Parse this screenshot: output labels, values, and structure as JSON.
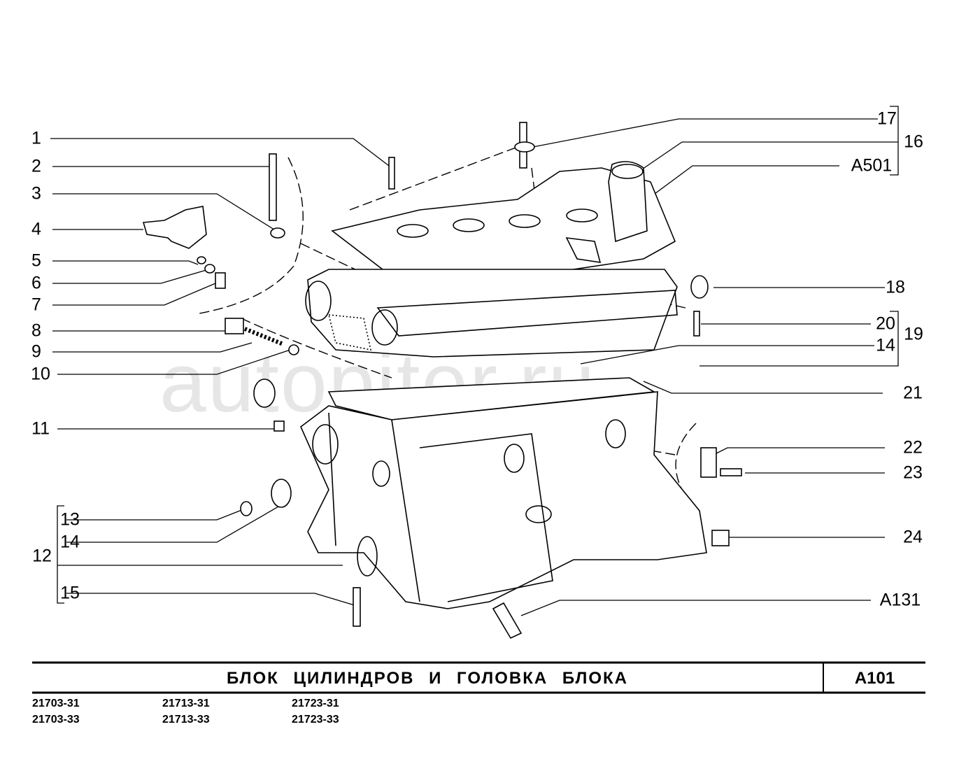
{
  "watermark": "autopiter.ru",
  "callouts_left": [
    "1",
    "2",
    "3",
    "4",
    "5",
    "6",
    "7",
    "8",
    "9",
    "10",
    "11",
    "13",
    "14",
    "12",
    "15"
  ],
  "callouts_right": [
    "17",
    "16",
    "A501",
    "18",
    "20",
    "19",
    "14",
    "21",
    "22",
    "23",
    "24",
    "A131"
  ],
  "footer": {
    "title": "БЛОК  ЦИЛИНДРОВ  И  ГОЛОВКА  БЛОКА",
    "code": "А101",
    "models": [
      [
        "21703-31",
        "21703-33"
      ],
      [
        "21713-31",
        "21713-33"
      ],
      [
        "21723-31",
        "21723-33"
      ]
    ]
  }
}
